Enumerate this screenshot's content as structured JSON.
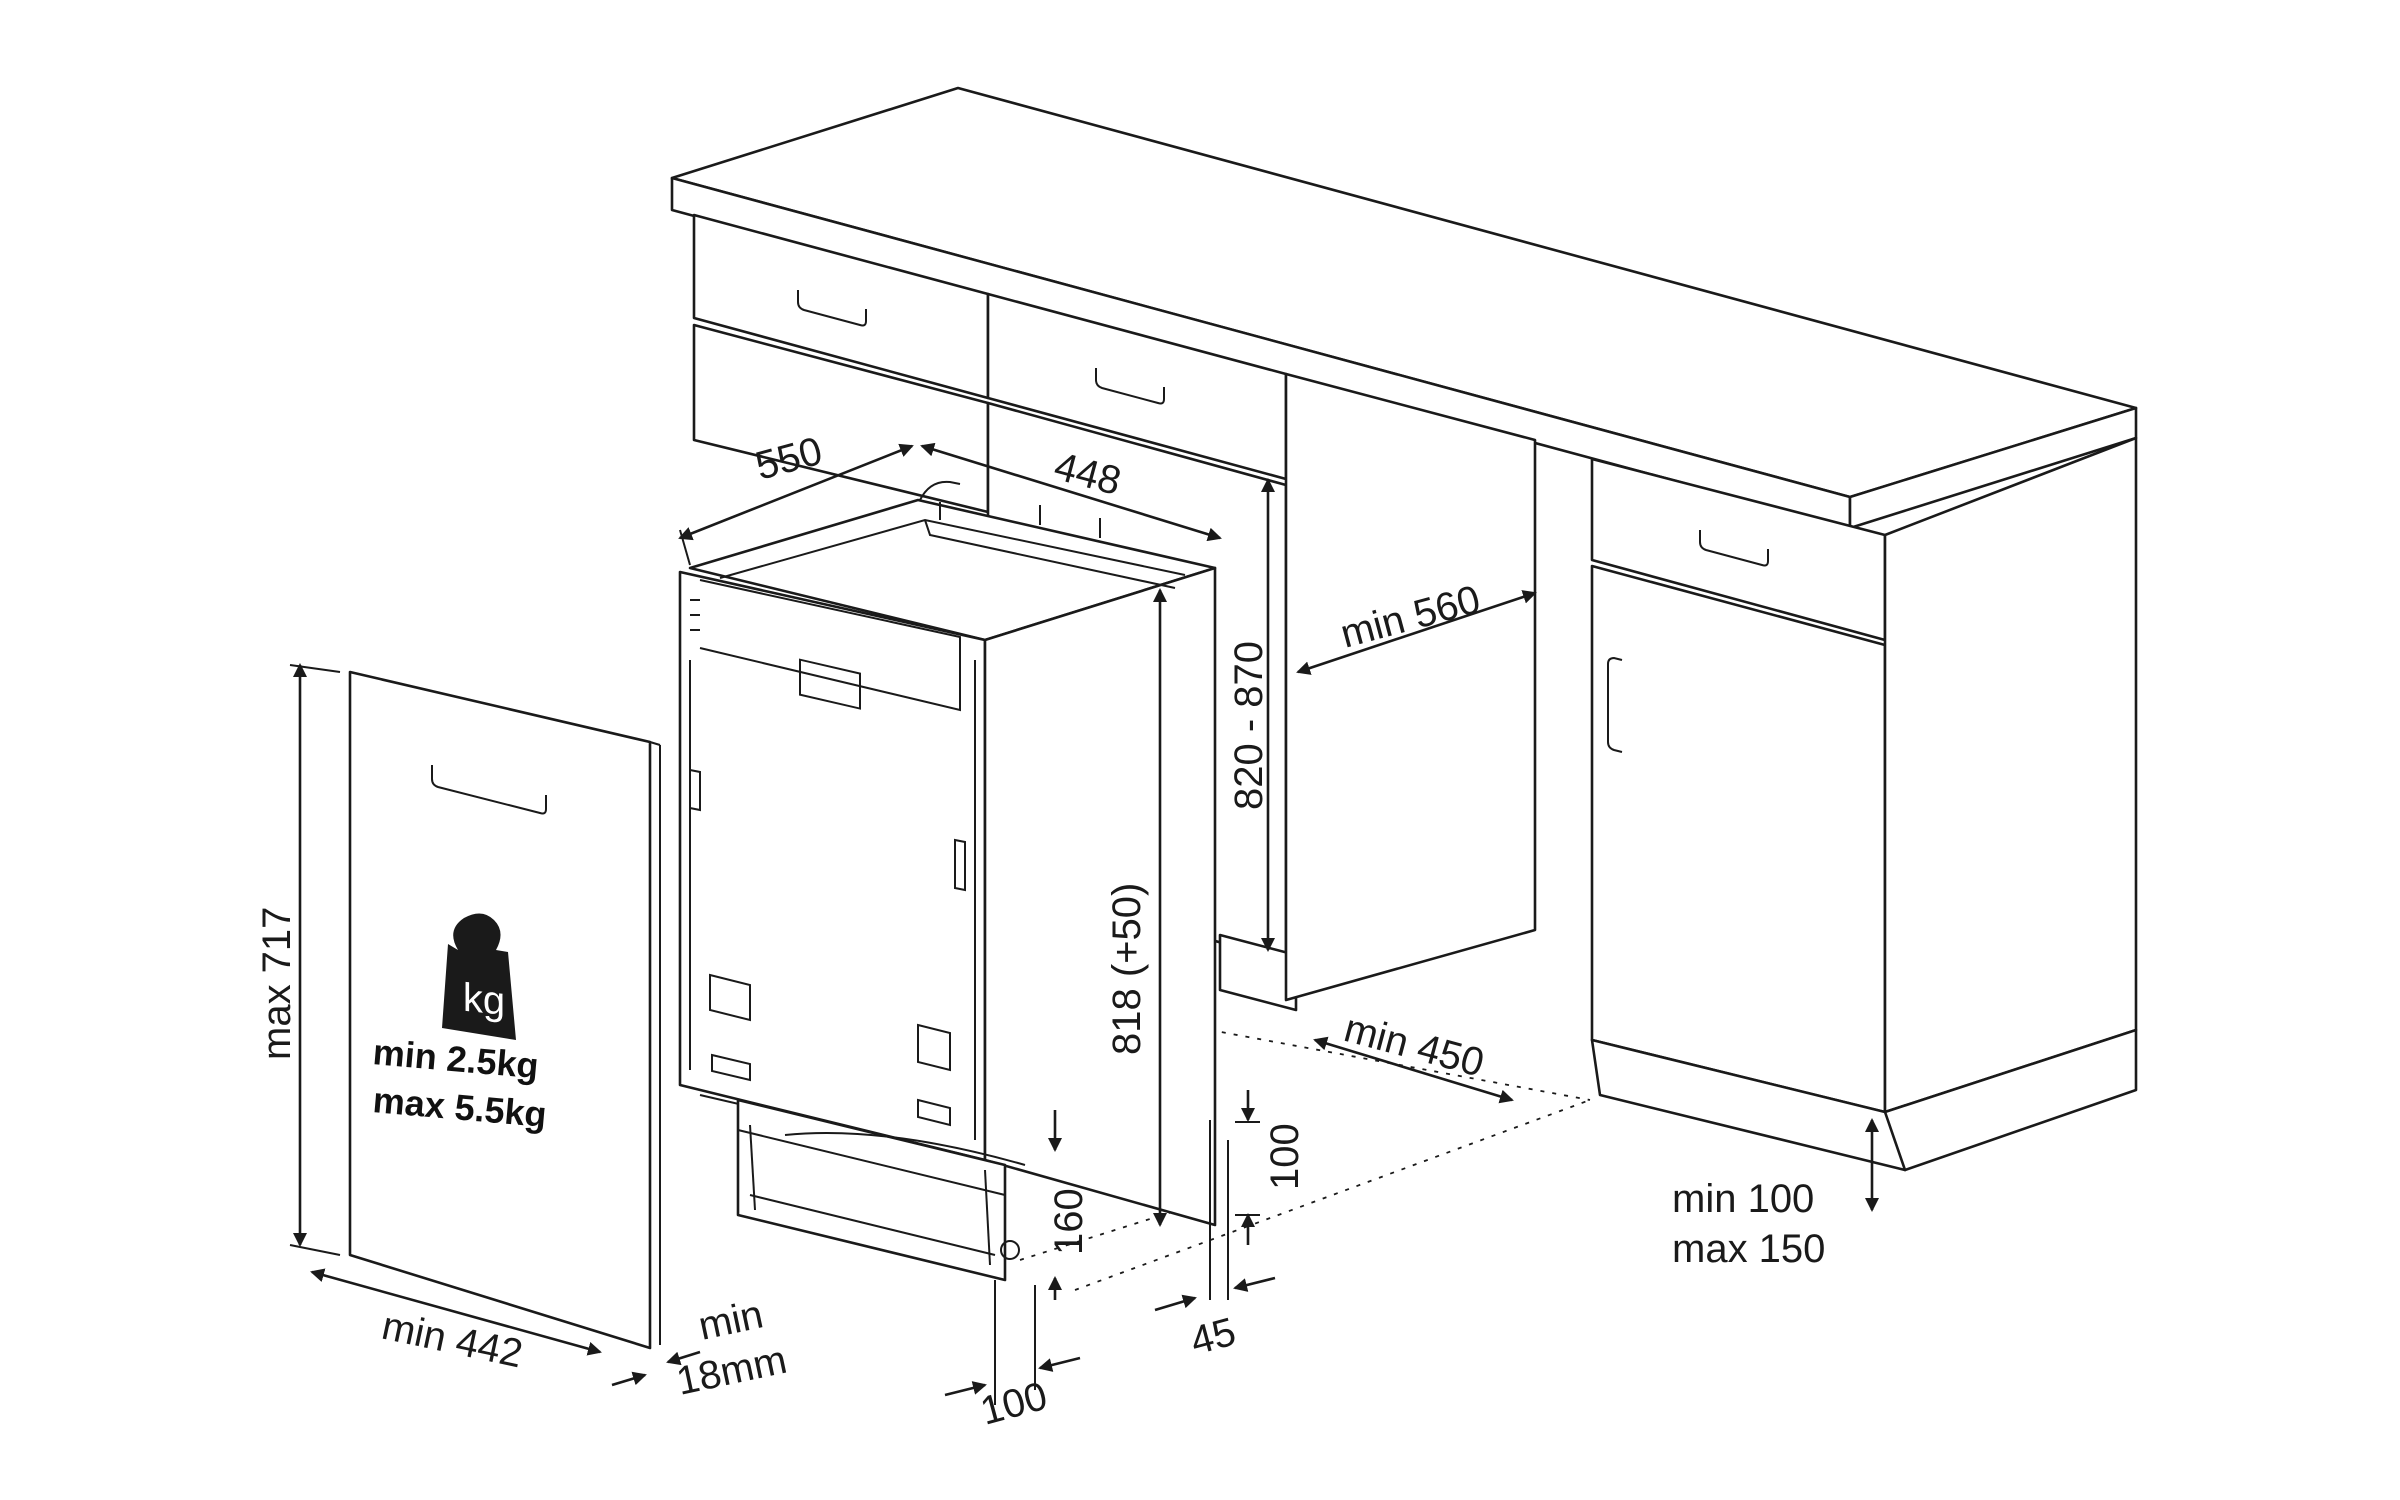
{
  "labels": {
    "depth_550": "550",
    "width_448": "448",
    "height_820_870": "820 - 870",
    "niche_min_560": "min 560",
    "height_818": "818 (+50)",
    "depth_min_450": "min 450",
    "plinth_100": "100",
    "plinth_160": "160",
    "gap_45": "45",
    "bottom_100": "100",
    "door_max_717": "max 717",
    "door_min_442": "min 442",
    "door_thickness_min": "min",
    "door_thickness_18mm": "18mm",
    "plinth_min_100": "min 100",
    "plinth_max_150": "max 150"
  },
  "weight_icon": {
    "symbol": "kg",
    "icon": "weight-icon"
  },
  "weight": {
    "min_label": "min  2.5kg",
    "max_label": "max 5.5kg"
  },
  "colors": {
    "line": "#1a1a1a",
    "background": "#ffffff"
  }
}
